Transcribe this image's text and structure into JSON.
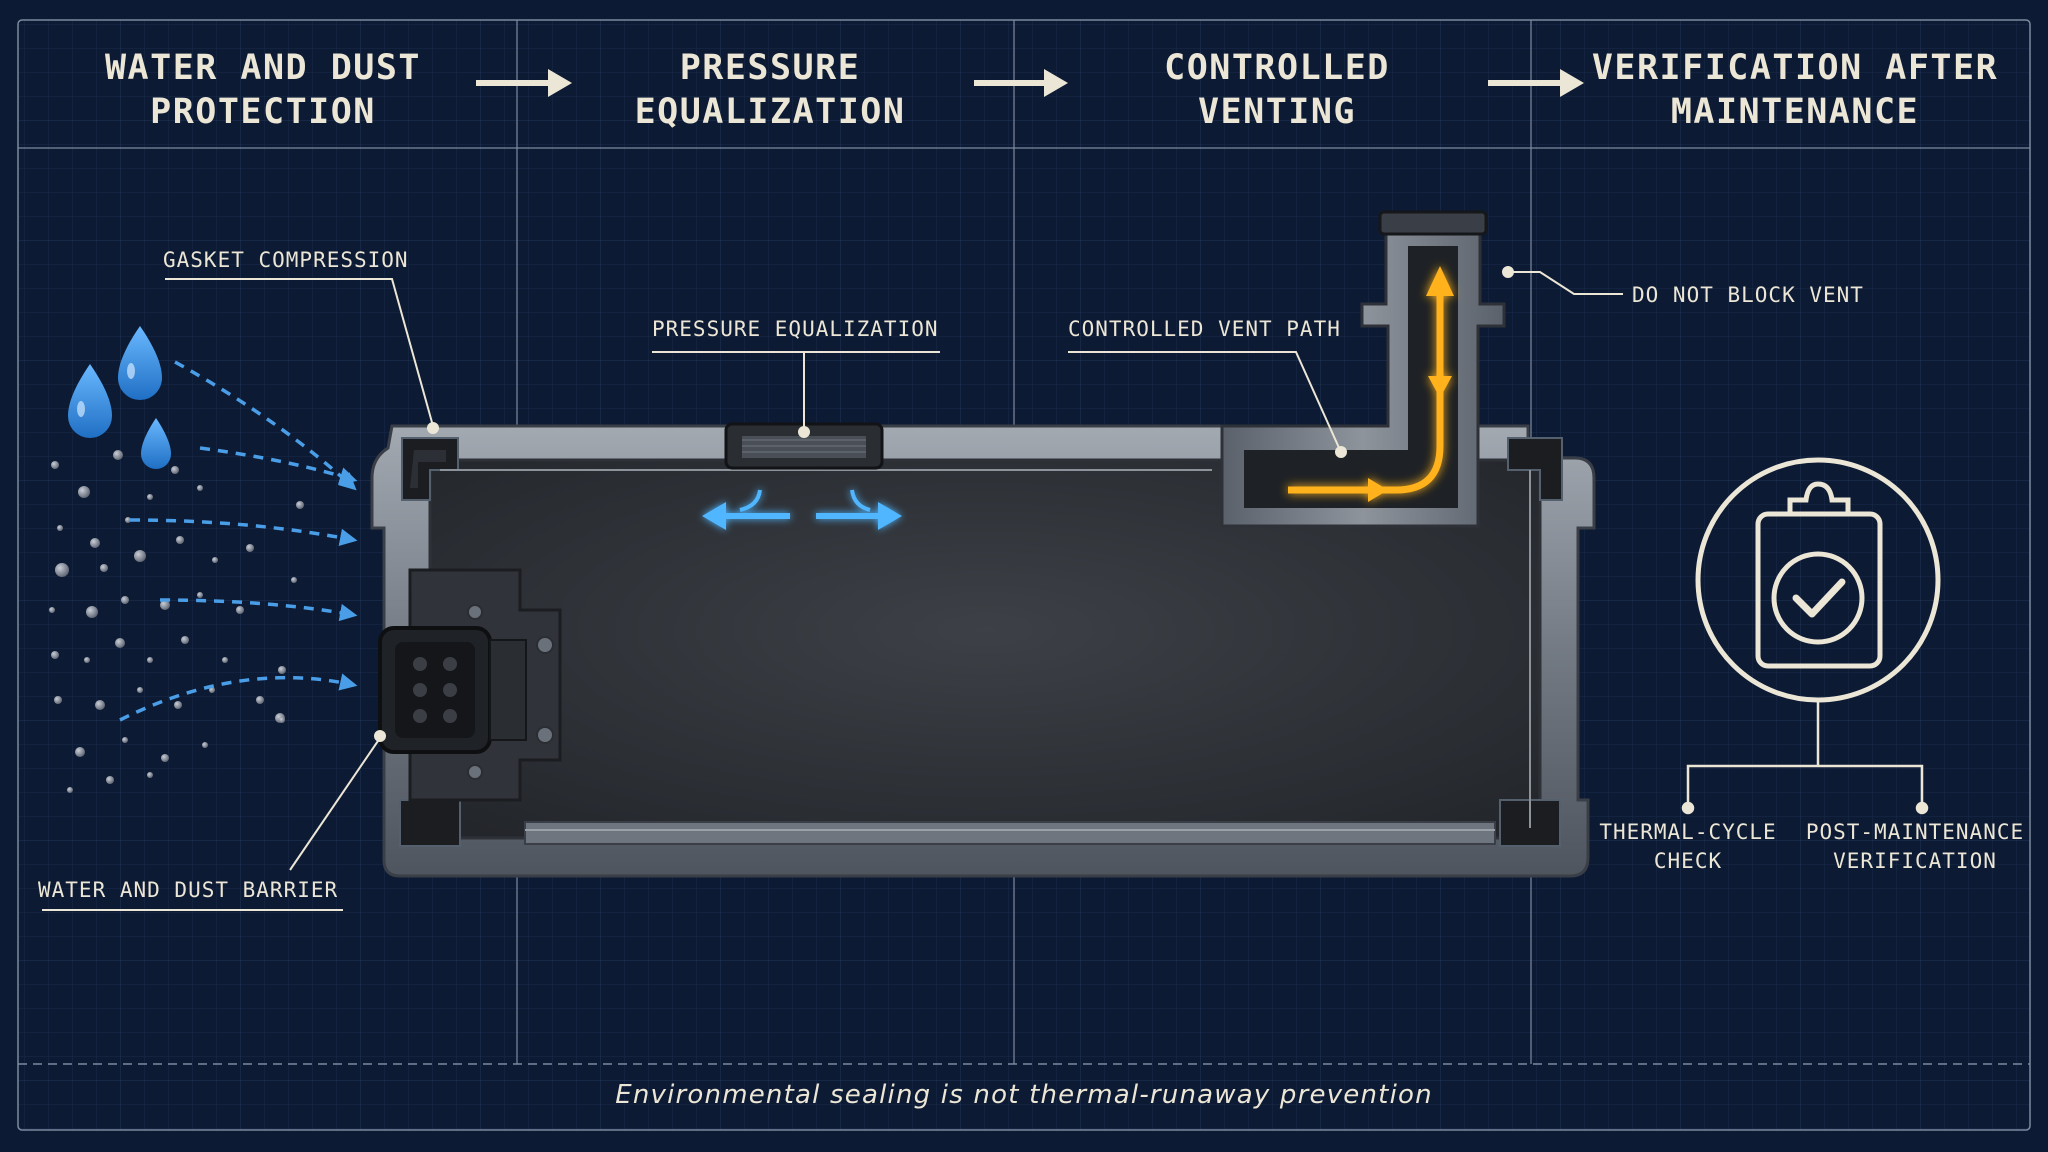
{
  "headers": [
    {
      "line1": "WATER AND DUST",
      "line2": "PROTECTION"
    },
    {
      "line1": "PRESSURE",
      "line2": "EQUALIZATION"
    },
    {
      "line1": "CONTROLLED",
      "line2": "VENTING"
    },
    {
      "line1": "VERIFICATION AFTER",
      "line2": "MAINTENANCE"
    }
  ],
  "callouts": {
    "gasket": "GASKET COMPRESSION",
    "barrier": "WATER AND DUST BARRIER",
    "equalization": "PRESSURE EQUALIZATION",
    "vent_path": "CONTROLLED VENT PATH",
    "do_not_block": "DO NOT BLOCK VENT",
    "thermal_line1": "THERMAL-CYCLE",
    "thermal_line2": "CHECK",
    "post_line1": "POST-MAINTENANCE",
    "post_line2": "VERIFICATION"
  },
  "footer": "Environmental sealing is not thermal-runaway prevention",
  "icons": [
    "right-arrow-icon",
    "water-drop-icon",
    "clipboard-check-icon"
  ],
  "colors": {
    "background": "#0c1a33",
    "text": "#ece6d6",
    "water": "#4a9ee8",
    "air_flow": "#4fb6ff",
    "vent_flow": "#ffb21c",
    "housing": "#7d8590"
  }
}
